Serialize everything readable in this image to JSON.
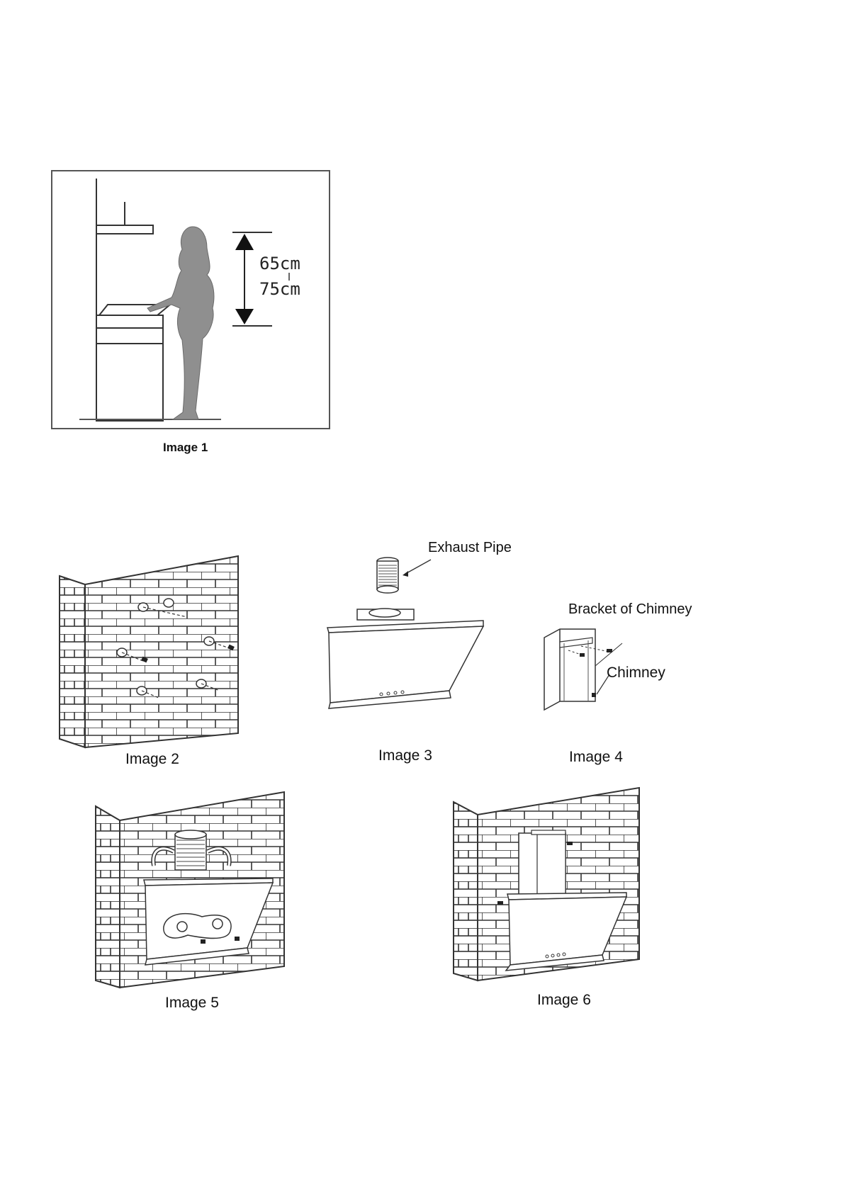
{
  "figures": {
    "image1": {
      "caption": "Image 1",
      "measure_top": "65cm",
      "measure_bottom": "75cm"
    },
    "image2": {
      "caption": "Image 2"
    },
    "image3": {
      "caption": "Image 3",
      "label_exhaust": "Exhaust Pipe"
    },
    "image4": {
      "caption": "Image 4",
      "label_bracket": "Bracket of Chimney",
      "label_chimney": "Chimney"
    },
    "image5": {
      "caption": "Image 5"
    },
    "image6": {
      "caption": "Image 6"
    }
  }
}
